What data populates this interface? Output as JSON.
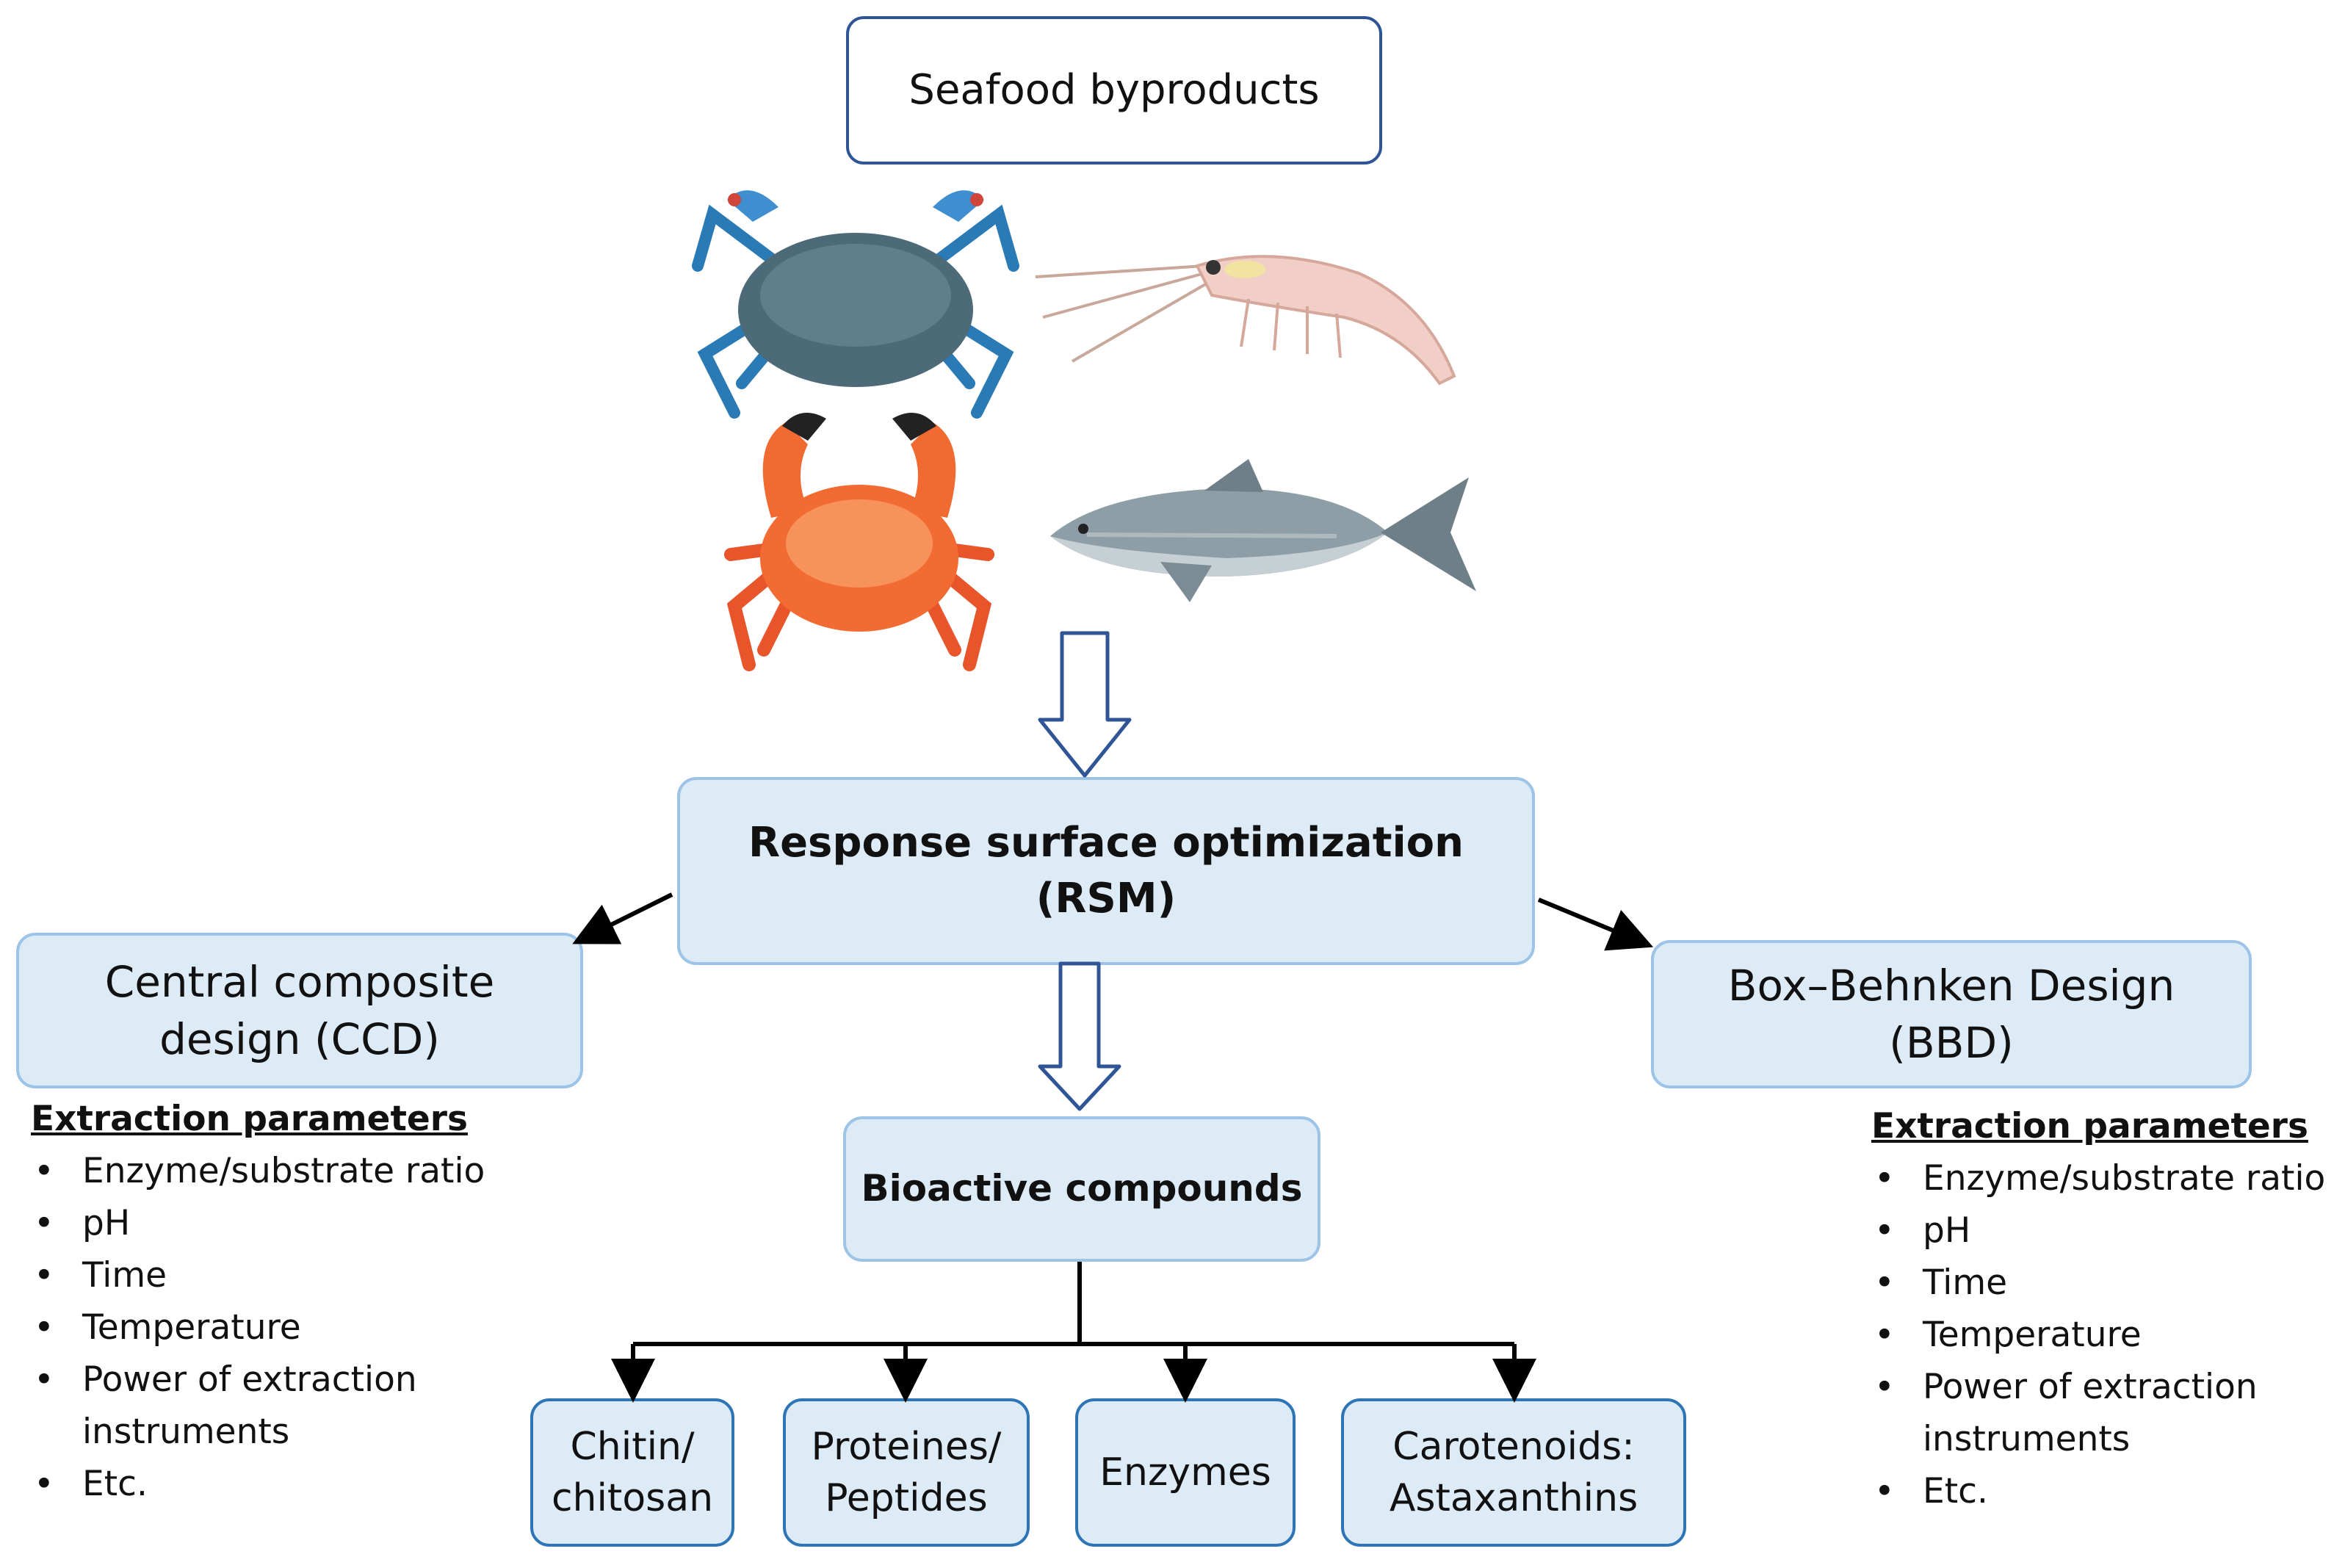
{
  "source_box": {
    "label": "Seafood byproducts"
  },
  "center_box": {
    "line1": "Response surface optimization",
    "line2": "(RSM)"
  },
  "left_design": {
    "line1": "Central composite",
    "line2": "design (CCD)"
  },
  "right_design": {
    "line1": "Box–Behnken Design",
    "line2": "(BBD)"
  },
  "compounds_box": {
    "label": "Bioactive compounds"
  },
  "outputs": [
    {
      "line1": "Chitin/",
      "line2": "chitosan"
    },
    {
      "line1": "Proteines/",
      "line2": "Peptides"
    },
    {
      "line1": "Enzymes",
      "line2": ""
    },
    {
      "line1": "Carotenoids:",
      "line2": "Astaxanthins"
    }
  ],
  "left_params": {
    "title": "Extraction parameters",
    "items": [
      "Enzyme/substrate ratio",
      "pH",
      "Time",
      "Temperature",
      "Power of extraction",
      "instruments",
      "Etc."
    ]
  },
  "right_params": {
    "title": "Extraction parameters",
    "items": [
      "Enzyme/substrate ratio",
      "pH",
      "Time",
      "Temperature",
      "Power of extraction",
      "instruments",
      "Etc."
    ]
  },
  "illustrations": [
    "blue-crab-icon",
    "shrimp-icon",
    "red-crab-icon",
    "fish-icon"
  ],
  "colors": {
    "box_fill": "#ddebf7",
    "box_border": "#9dc3e6",
    "arrow_outline": "#2f5597",
    "connector": "#000000"
  }
}
